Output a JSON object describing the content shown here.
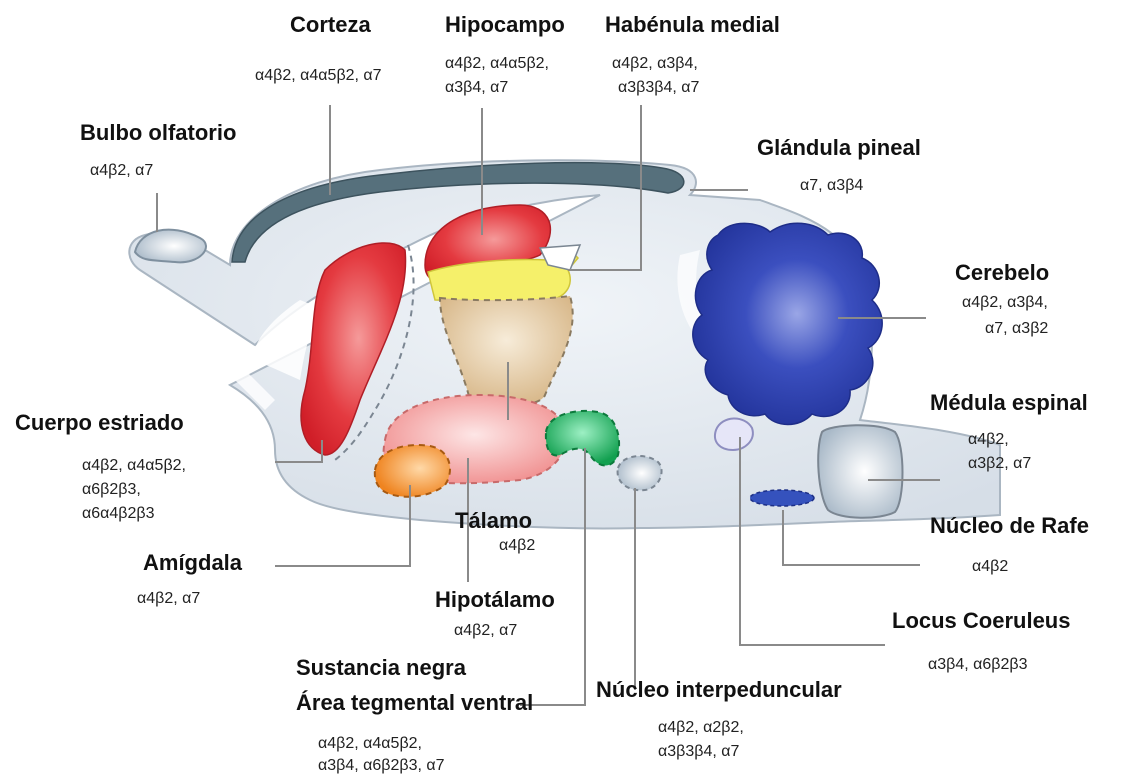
{
  "colors": {
    "background": "#ffffff",
    "brain_fill": "#dfe6ee",
    "cortex": "#4f6470",
    "striatum": "#e02a34",
    "hippocampus": "#e02a34",
    "habenula": "#f3ef66",
    "thalamus": "#d8b98a",
    "hypothalamus": "#f3a0a0",
    "amygdala": "#f08a2a",
    "substantia_nigra_vta": "#1aaa5a",
    "interpeduncular": "#c6d2de",
    "cerebellum": "#2b3fa6",
    "locus_coeruleus": "#d8d8f4",
    "raphe": "#3050b8",
    "spinal_cord": "#c6d2de",
    "olfactory_bulb": "#d4dee8",
    "leader_line": "#8a8a8a"
  },
  "regions": {
    "corteza": {
      "title": "Corteza",
      "lines": [
        "α4β2, α4α5β2, α7"
      ]
    },
    "hipocampo": {
      "title": "Hipocampo",
      "lines": [
        "α4β2, α4α5β2,",
        "α3β4, α7"
      ]
    },
    "habenula": {
      "title": "Habénula medial",
      "lines": [
        "α4β2,  α3β4,",
        "α3β3β4, α7"
      ]
    },
    "bulbo": {
      "title": "Bulbo olfatorio",
      "lines": [
        "α4β2, α7"
      ]
    },
    "pineal": {
      "title": "Glándula pineal",
      "lines": [
        "α7, α3β4"
      ]
    },
    "cerebelo": {
      "title": "Cerebelo",
      "lines": [
        "α4β2,  α3β4,",
        "α7, α3β2"
      ]
    },
    "estriado": {
      "title": "Cuerpo estriado",
      "lines": [
        "α4β2, α4α5β2,",
        "α6β2β3,",
        "α6α4β2β3"
      ]
    },
    "medula": {
      "title": "Médula espinal",
      "lines": [
        "α4β2,",
        "α3β2, α7"
      ]
    },
    "rafe": {
      "title": "Núcleo de Rafe",
      "lines": [
        "α4β2"
      ]
    },
    "talamo": {
      "title": "Tálamo",
      "lines": [
        "α4β2"
      ]
    },
    "amigdala": {
      "title": "Amígdala",
      "lines": [
        "α4β2, α7"
      ]
    },
    "hipotalamo": {
      "title": "Hipotálamo",
      "lines": [
        "α4β2, α7"
      ]
    },
    "locus": {
      "title": "Locus Coeruleus",
      "lines": [
        "α3β4, α6β2β3"
      ]
    },
    "sustancia": {
      "title": "Sustancia negra",
      "title2": "Área tegmental ventral",
      "lines": [
        "α4β2, α4α5β2,",
        "α3β4, α6β2β3, α7"
      ]
    },
    "interpeduncular": {
      "title": "Núcleo interpeduncular",
      "lines": [
        "α4β2, α2β2,",
        "α3β3β4, α7"
      ]
    }
  }
}
